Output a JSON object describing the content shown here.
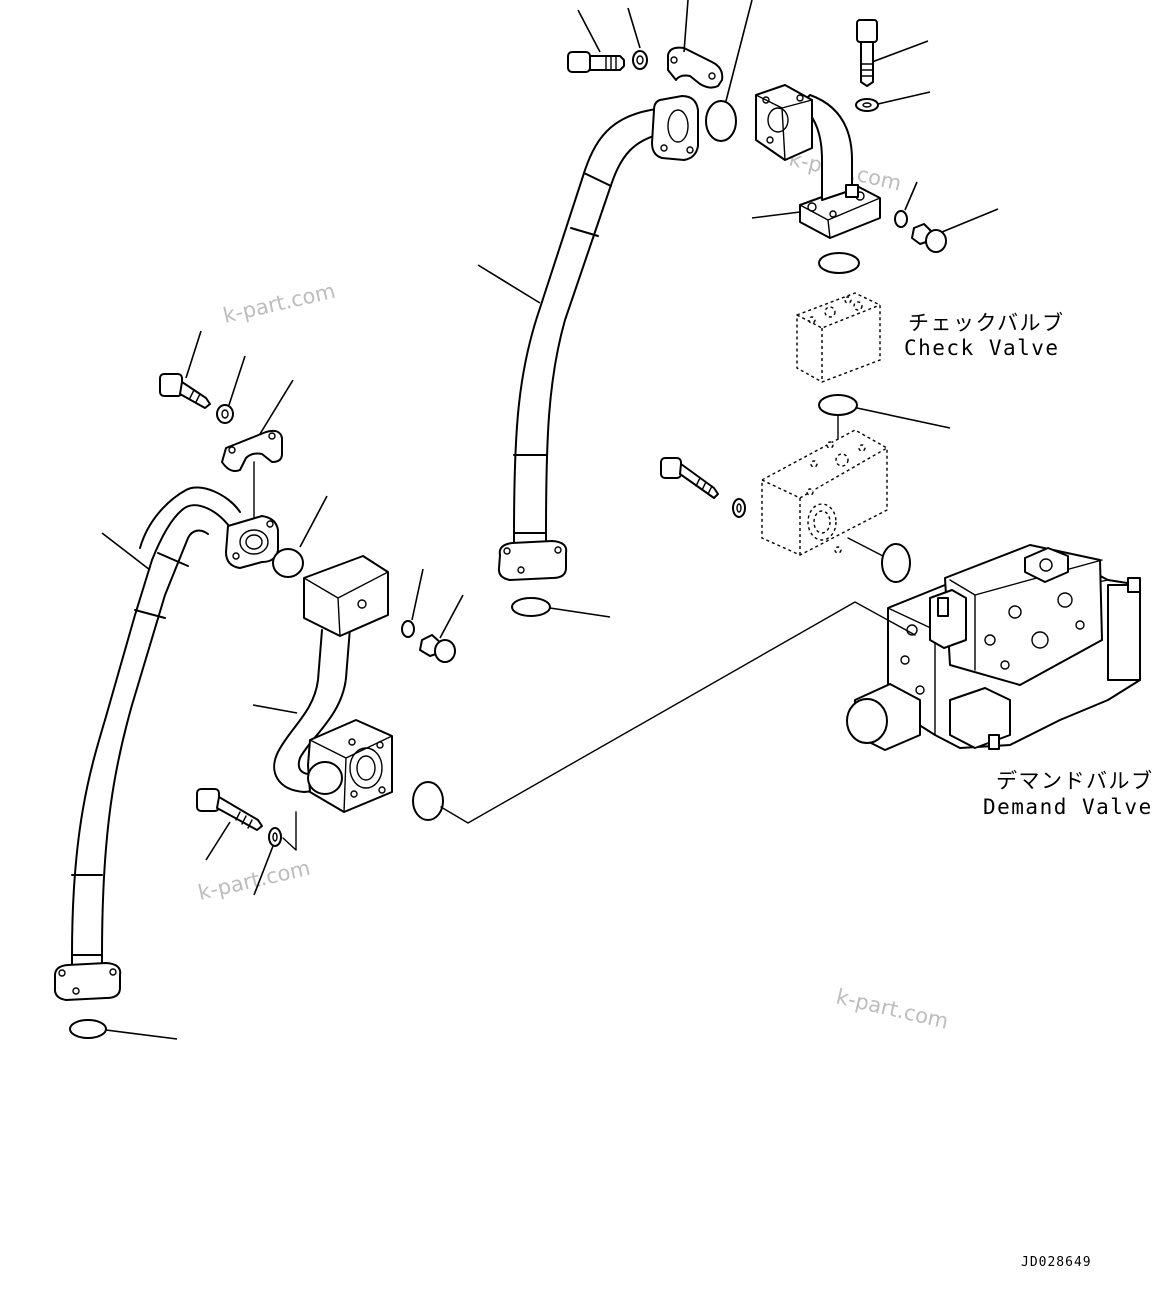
{
  "labels": {
    "check_valve_jp": "チェックバルブ",
    "check_valve_en": "Check Valve",
    "demand_valve_jp": "デマンドバルブ",
    "demand_valve_en": "Demand Valve"
  },
  "drawing_code": "JD028649",
  "watermarks": [
    "k-part.com",
    "k-part.com",
    "k-part.com",
    "k-part.com"
  ]
}
